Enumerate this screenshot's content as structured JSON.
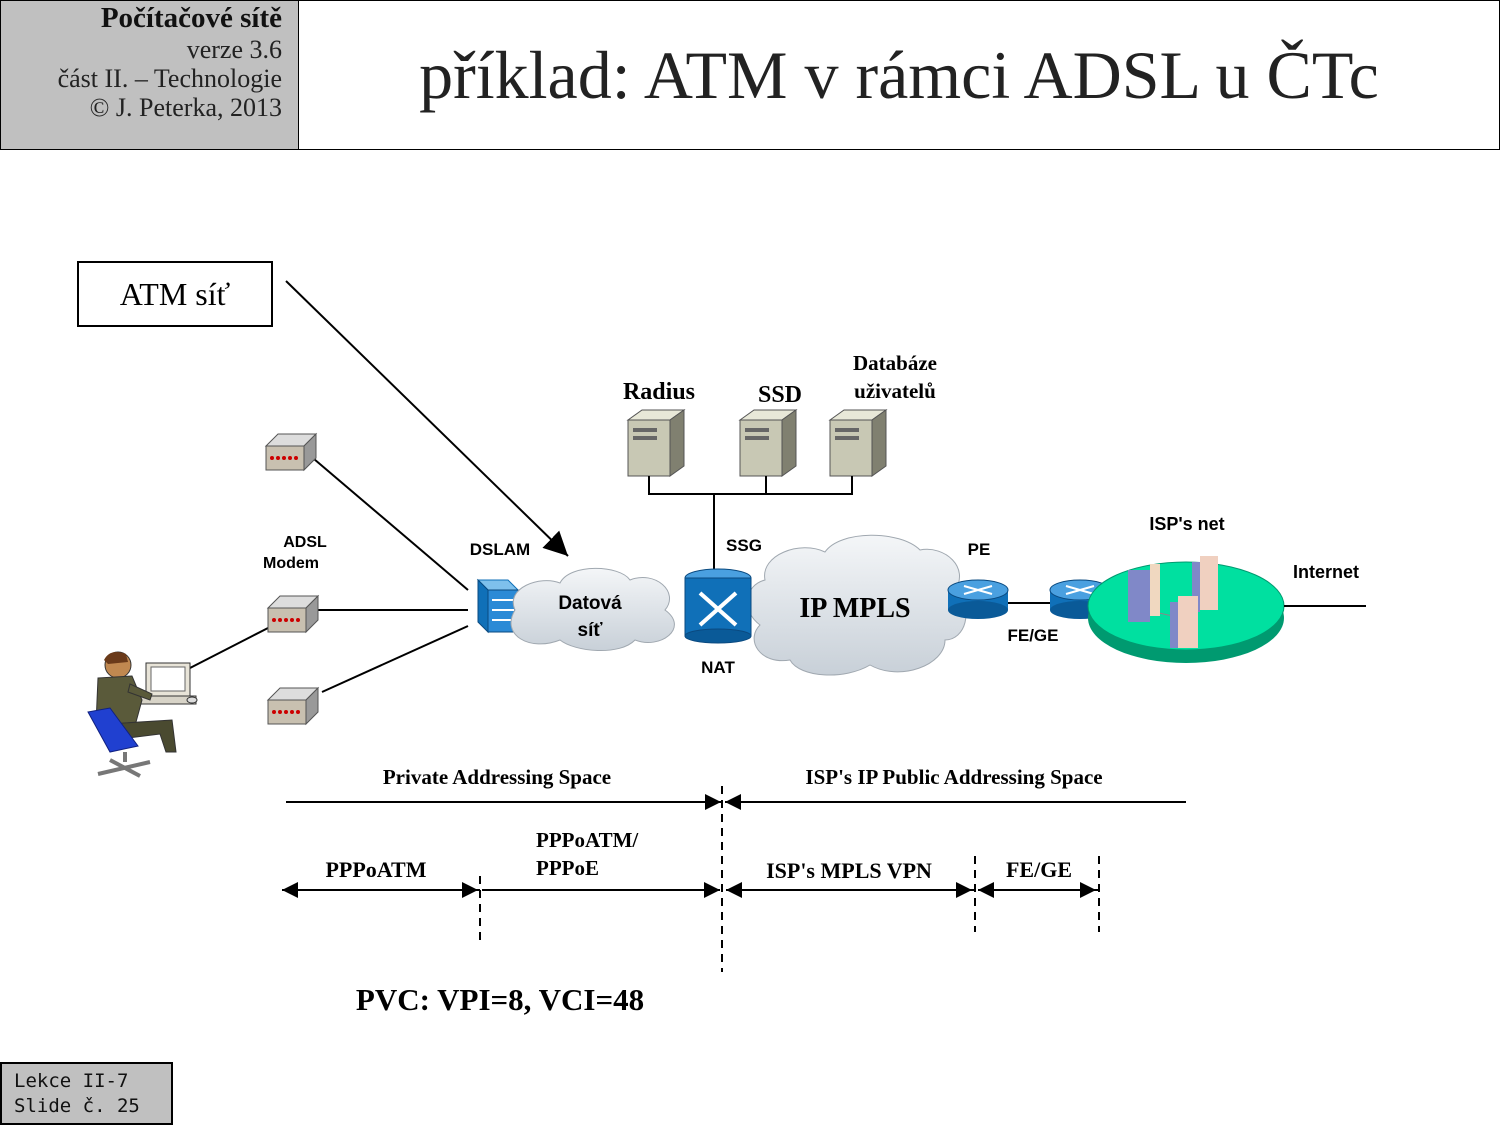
{
  "header": {
    "course": "Počítačové sítě",
    "version": "verze 3.6",
    "part": "část  II. – Technologie",
    "copyright": "© J. Peterka, 2013",
    "title": "příklad: ATM v rámci ADSL u ČTc"
  },
  "footer": {
    "lecture": "Lekce II-7",
    "slide": "Slide č. 25"
  },
  "diagram": {
    "callout": "ATM síť",
    "servers": {
      "radius": "Radius",
      "ssd": "SSD",
      "db_line1": "Databáze",
      "db_line2": "uživatelů"
    },
    "labels": {
      "adsl_line1": "ADSL",
      "adsl_line2": "Modem",
      "dslam": "DSLAM",
      "data_net_line1": "Datová",
      "data_net_line2": "síť",
      "ssg": "SSG",
      "nat": "NAT",
      "ip_mpls": "IP MPLS",
      "pe": "PE",
      "fe_ge": "FE/GE",
      "isp_net": "ISP's net",
      "internet": "Internet"
    },
    "spans": {
      "private": "Private Addressing Space",
      "public": "ISP's IP Public Addressing Space",
      "pppoatm": "PPPoATM",
      "pppoatm_pppoe_line1": "PPPoATM/",
      "pppoatm_pppoe_line2": "PPPoE",
      "mpls_vpn": "ISP's MPLS VPN",
      "fe_ge": "FE/GE"
    },
    "pvc": "PVC: VPI=8, VCI=48"
  },
  "colors": {
    "router_blue": "#1070b8",
    "isp_net_green": "#00e0a0",
    "header_gray": "#c0c0c0"
  }
}
